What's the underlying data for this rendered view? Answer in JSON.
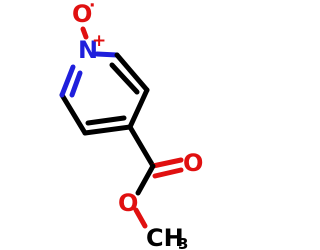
{
  "molecule": {
    "atoms": {
      "n_oxide_oxygen": {
        "symbol": "O",
        "radical_dot": "·",
        "color": "#e01010"
      },
      "ring_nitrogen": {
        "symbol": "N",
        "charge": "+",
        "color": "#1f1fdc"
      },
      "carbonyl_oxygen": {
        "symbol": "O",
        "color": "#e01010"
      },
      "ester_oxygen": {
        "symbol": "O",
        "color": "#e01010"
      },
      "methyl": {
        "symbol": "CH",
        "subscript": "3",
        "color": "#000000"
      }
    },
    "bond_color": "#000000"
  }
}
